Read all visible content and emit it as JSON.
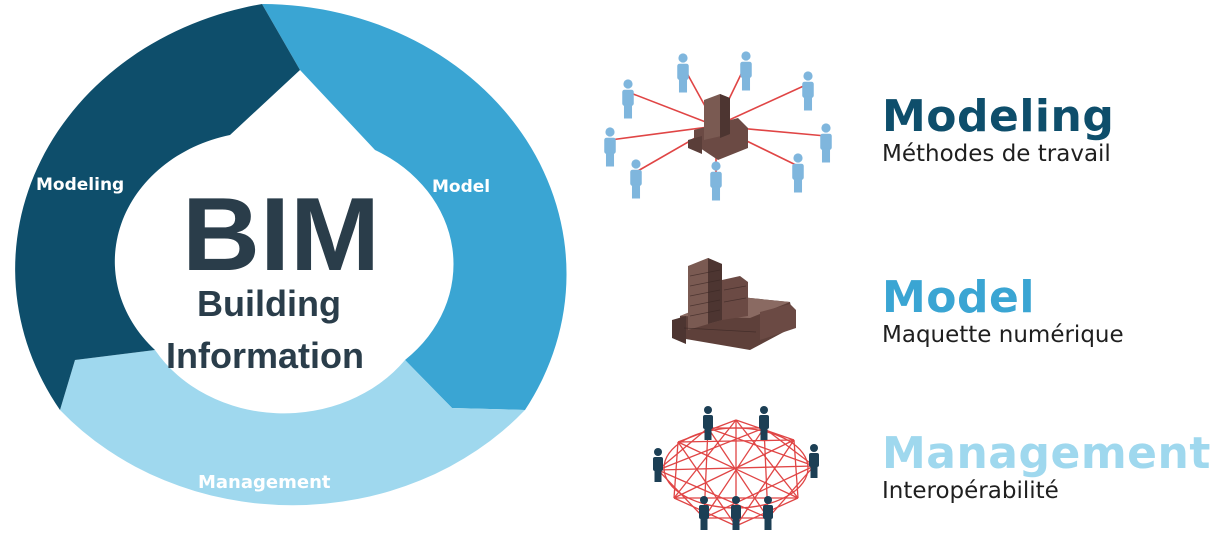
{
  "colors": {
    "modeling": "#0e4e6b",
    "model": "#3aa5d3",
    "management": "#9fd8ee",
    "center_text": "#2a3d4a",
    "network_line": "#e04545",
    "person_light": "#7fb6dd",
    "person_dark": "#1c3f55"
  },
  "cycle": {
    "center": {
      "acronym": "BIM",
      "line1": "Building",
      "line2": "Information"
    },
    "segments": [
      {
        "label": "Modeling"
      },
      {
        "label": "Model"
      },
      {
        "label": "Management"
      }
    ]
  },
  "legend": [
    {
      "heading": "Modeling",
      "subtitle": "Méthodes de travail",
      "icon": "people-network-building-icon"
    },
    {
      "heading": "Model",
      "subtitle": "Maquette numérique",
      "icon": "building-model-icon"
    },
    {
      "heading": "Management",
      "subtitle": "Interopérabilité",
      "icon": "people-mesh-network-icon"
    }
  ]
}
